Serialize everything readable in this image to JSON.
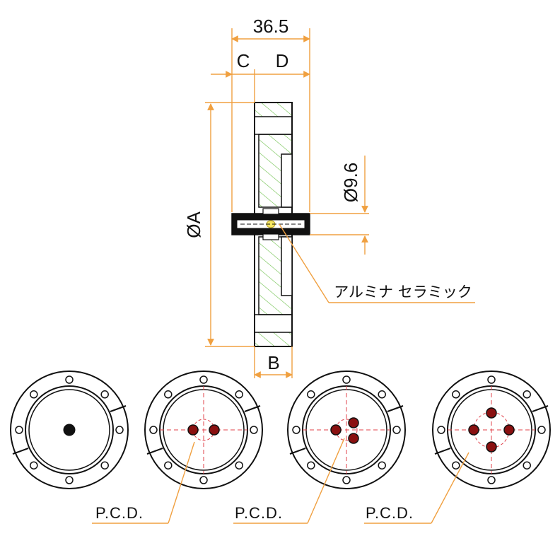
{
  "dimensions": {
    "overall_length": "36.5",
    "c_label": "C",
    "d_label": "D",
    "b_label": "B",
    "diameter_a": "ØA",
    "diameter_9_6": "Ø9.6"
  },
  "callouts": {
    "material": "アルミナ セラミック",
    "pcd_1": "P.C.D.",
    "pcd_2": "P.C.D.",
    "pcd_3": "P.C.D."
  },
  "colors": {
    "dimension_line": "#f0a040",
    "outline": "#111111",
    "hatch": "#6cbf4a",
    "center_line": "#e0404a",
    "insulator": "#f5e663",
    "pin": "#8a1010"
  }
}
